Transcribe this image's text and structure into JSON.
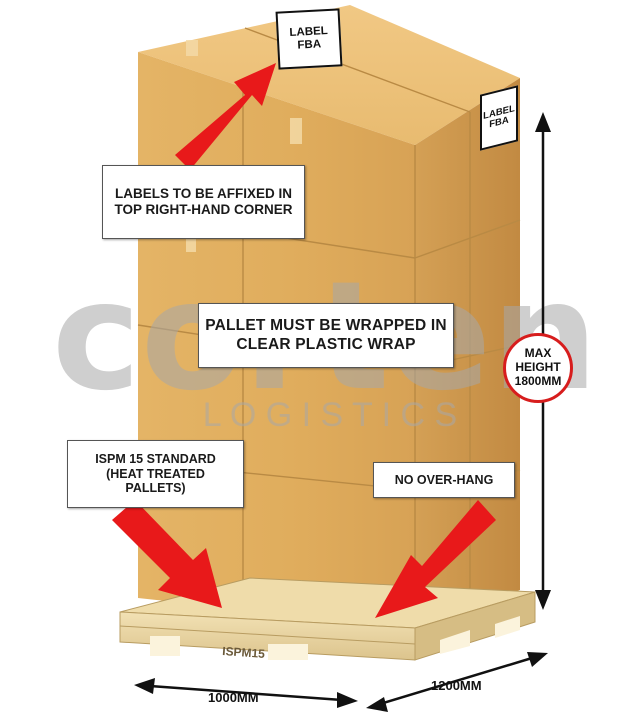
{
  "watermark": {
    "brand": "corten",
    "tagline": "L O G I S T I C S"
  },
  "top_label": {
    "line1": "LABEL",
    "line2": "FBA"
  },
  "side_label": {
    "line1": "LABEL",
    "line2": "FBA"
  },
  "callouts": {
    "labels": {
      "line1": "LABELS TO BE AFFIXED IN",
      "line2": "TOP RIGHT-HAND CORNER"
    },
    "wrap": {
      "line1": "PALLET MUST BE WRAPPED IN",
      "line2": "CLEAR PLASTIC WRAP"
    },
    "ispm": {
      "line1": "ISPM 15 STANDARD",
      "line2": "(HEAT TREATED",
      "line3": "PALLETS)"
    },
    "overhang": {
      "line1": "NO OVER-HANG"
    }
  },
  "max_height": {
    "line1": "MAX",
    "line2": "HEIGHT",
    "line3": "1800MM"
  },
  "pallet_stamp": "ISPM15",
  "dimensions": {
    "width": "1000MM",
    "depth": "1200MM"
  },
  "colors": {
    "arrow_red": "#e8191a",
    "box_front": "#e2b062",
    "box_side": "#c99148",
    "box_top": "#eec17a",
    "pallet_wood": "#ebd7a6",
    "watermark": "#9a9a9a"
  }
}
